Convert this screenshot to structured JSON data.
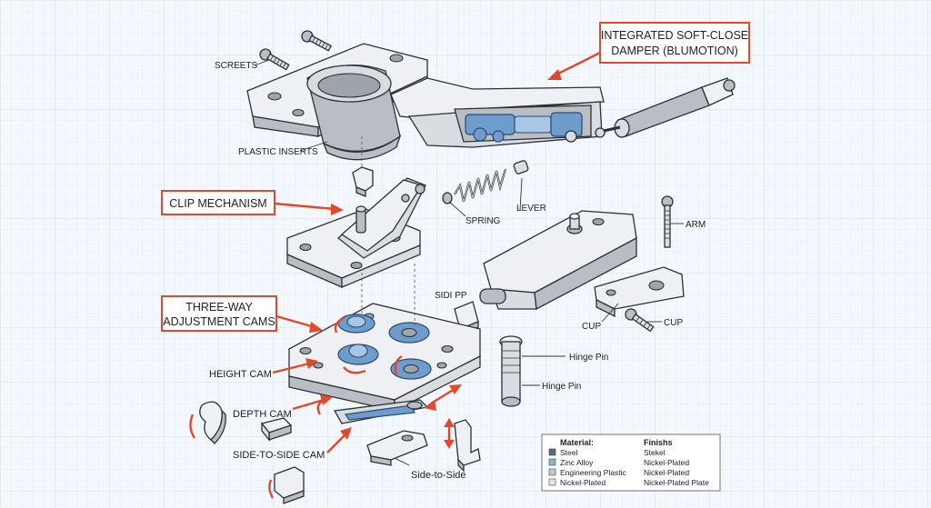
{
  "callouts": {
    "damper": [
      "INTEGRATED SOFT-CLOSE",
      "DAMPER (BLUMOTION)"
    ],
    "clip": [
      "CLIP MECHANISM"
    ],
    "cams": [
      "THREE-WAY",
      "ADJUSTMENT CAMS"
    ]
  },
  "labels": {
    "screets": "SCREETS",
    "plastic_inserts": "PLASTIC INSERTS",
    "spring": "SPRING",
    "lever": "LEVER",
    "arm": "ARM",
    "sidi_pp": "SIDI PP",
    "cup_1": "CUP",
    "cup_2": "CUP",
    "hinge_pin_1": "Hinge Pin",
    "hinge_pin_2": "Hinge Pin",
    "height_cam": "HEIGHT CAM",
    "depth_cam": "DEPTH CAM",
    "side_to_side_cam": "SIDE-TO-SIDE CAM",
    "side_to_side": "Side-to-Side"
  },
  "legend": {
    "material_header": "Material:",
    "finish_header": "Finishs",
    "rows": [
      {
        "material": "Steel",
        "finish": "Stekel",
        "swatch": "#5a6b80"
      },
      {
        "material": "Zinc Alloy",
        "finish": "Nickel-Plated",
        "swatch": "#8fb2d8"
      },
      {
        "material": "Engineering Plastic",
        "finish": "Nickel-Plated",
        "swatch": "#c9c9c4"
      },
      {
        "material": "Nickel-Plated",
        "finish": "Nickel-Plated Plate",
        "swatch": "#e8e8e6"
      }
    ]
  },
  "colors": {
    "accent_red": "#e04a2c",
    "background": "#f4f7fb",
    "grid": "#d8e1ec"
  }
}
